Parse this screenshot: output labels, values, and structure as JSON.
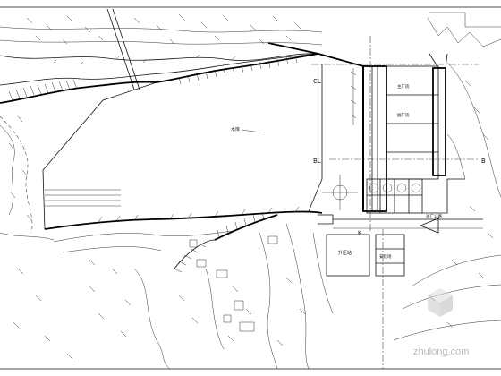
{
  "labels": {
    "cl": "CL",
    "bl": "BL",
    "axis_b": "B",
    "axis_k": "K",
    "reservoir_note": "水库",
    "building_1": "主厂房",
    "building_2": "副厂房",
    "building_3": "升压站",
    "building_4": "安装场",
    "road": "进厂公路"
  },
  "watermark": {
    "text": "zhulong.com"
  },
  "colors": {
    "line": "#111111",
    "background": "#ffffff",
    "watermark": "#b9b9b9"
  }
}
